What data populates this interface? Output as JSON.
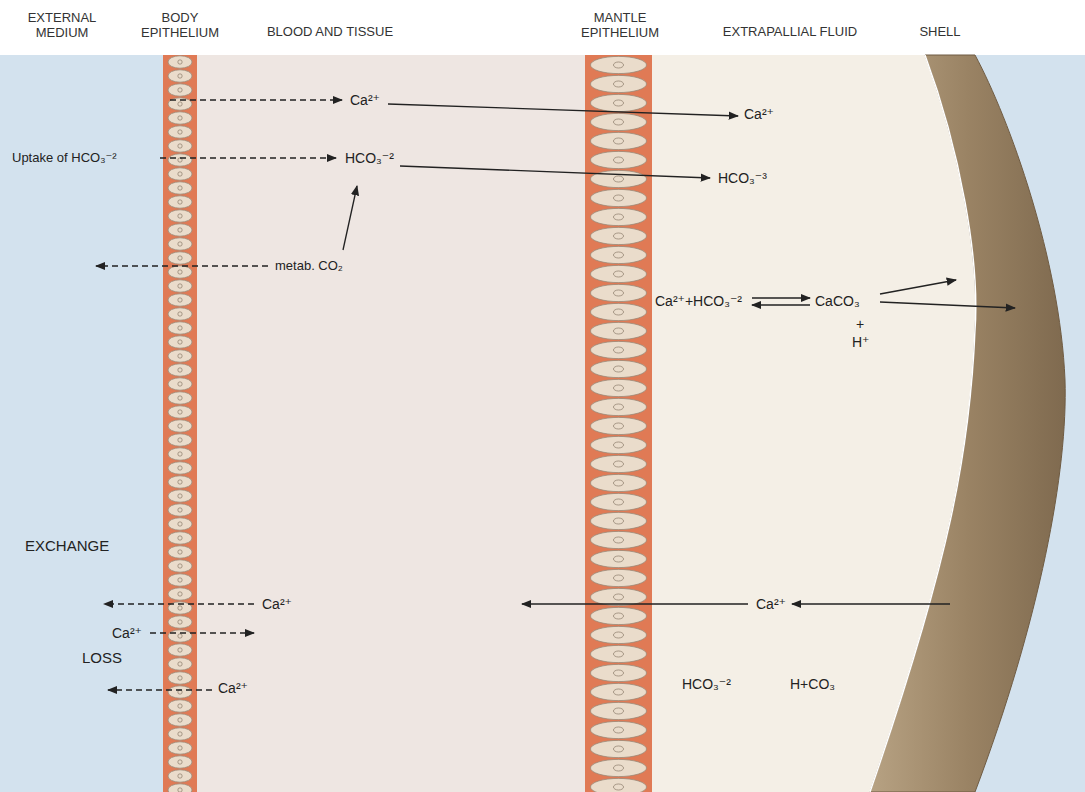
{
  "diagram": {
    "nodes": [
      {
        "text": [
          "EXTERNAL MEDIUM"
        ]
      },
      {
        "text": [
          "BODY EPITHELIUM"
        ]
      },
      {
        "text": [
          "BLOOD AND TISSUE"
        ]
      },
      {
        "text": [
          "MANTLE EPITHELIUM"
        ]
      },
      {
        "text": [
          "EXTRAPALLIAL FLUID"
        ]
      },
      {
        "text": [
          "SHELL"
        ]
      }
    ],
    "labels": [
      "Ca²⁺",
      "Ca²⁺",
      "Uptake of HCO₃⁻²",
      "HCO₃⁻²",
      "HCO₃⁻³",
      "metab. CO₂",
      "Ca²⁺+HCO₃⁻²",
      "CaCO₃",
      "+",
      "H⁺",
      "EXCHANGE",
      "Ca²⁺",
      "Ca²⁺",
      "Ca²⁺",
      "HCO₃⁻²",
      "H+CO₃",
      "LOSS",
      "Ca²⁺"
    ]
  }
}
